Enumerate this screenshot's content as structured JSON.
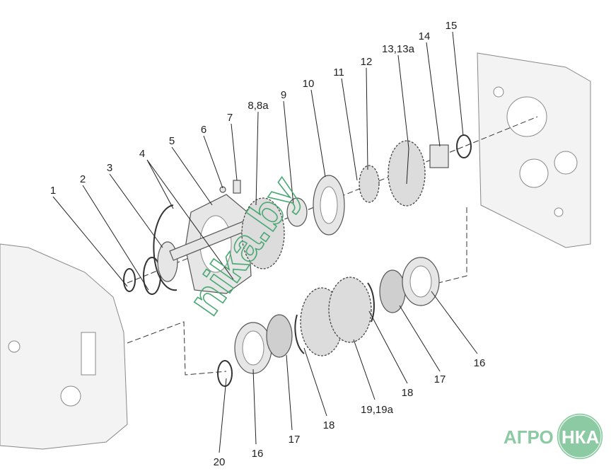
{
  "labels": {
    "l1": "1",
    "l2": "2",
    "l3": "3",
    "l4": "4",
    "l5": "5",
    "l6": "6",
    "l7": "7",
    "l8": "8,8a",
    "l9": "9",
    "l10": "10",
    "l11": "11",
    "l12": "12",
    "l13": "13,13a",
    "l14": "14",
    "l15": "15",
    "l16a": "16",
    "l17a": "17",
    "l18a": "18",
    "l19": "19,19a",
    "l18b": "18",
    "l17b": "17",
    "l16b": "16",
    "l20": "20"
  },
  "watermark": "nika.by",
  "logo": {
    "left": "АГРО",
    "right": "НКА",
    "color": "#8ccaa3"
  }
}
